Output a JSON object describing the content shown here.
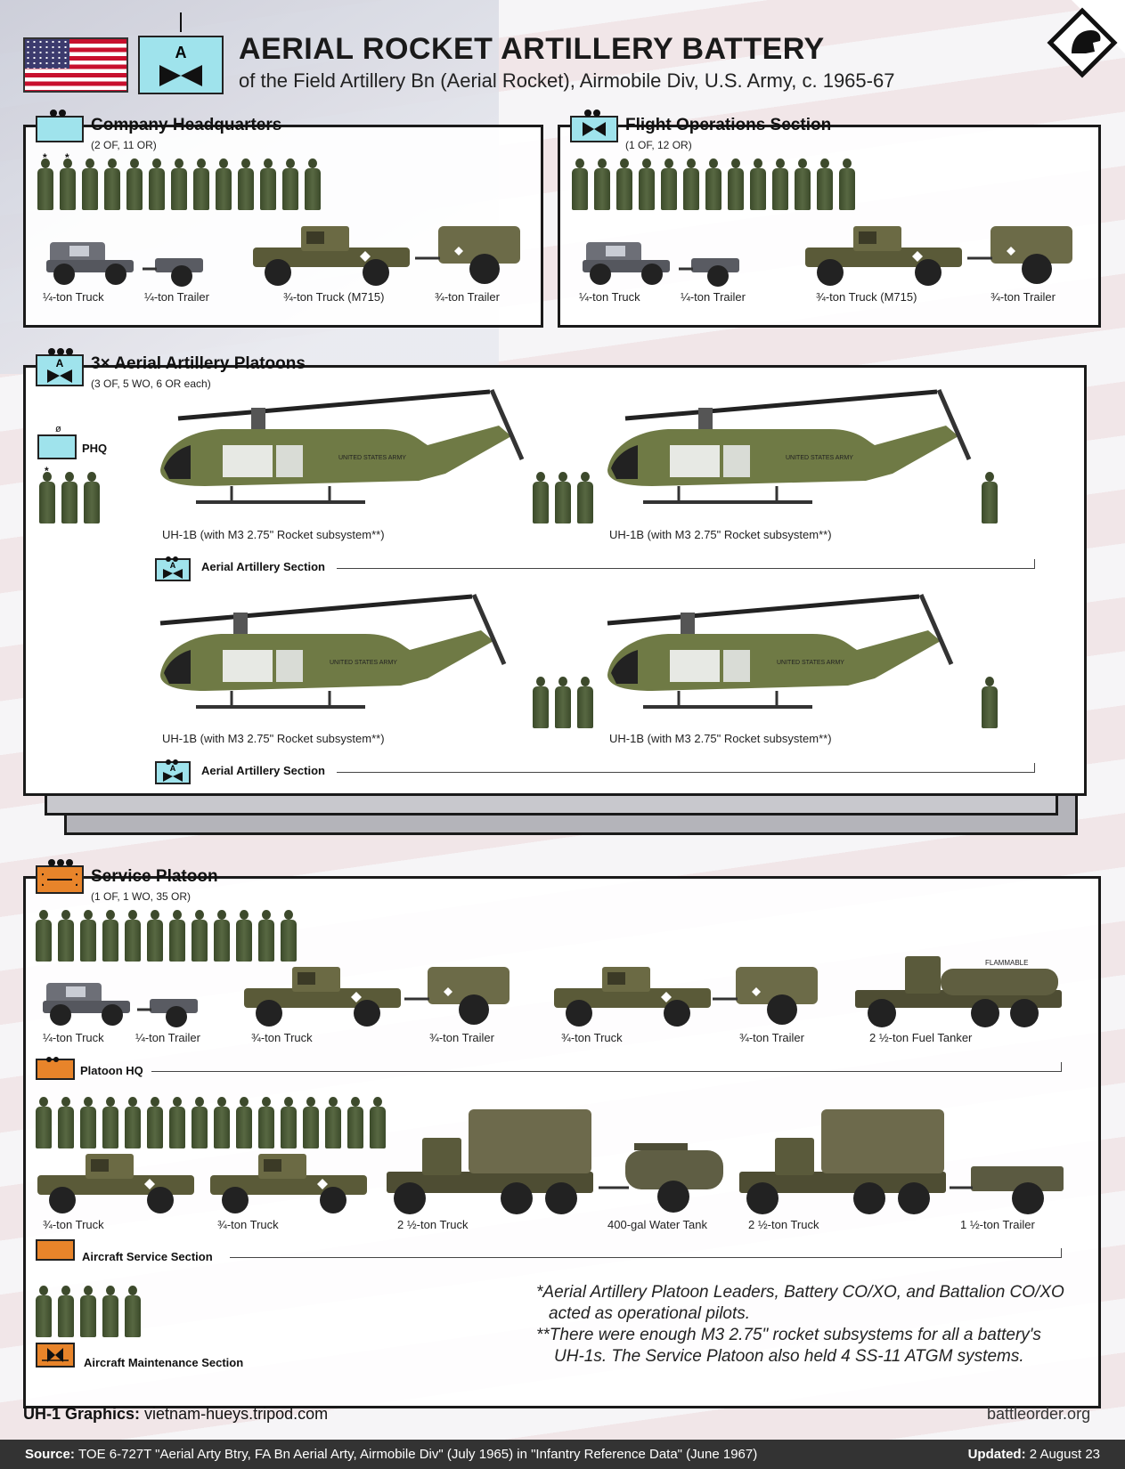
{
  "header": {
    "title": "AERIAL ROCKET ARTILLERY BATTERY",
    "subtitle": "of the Field Artillery Bn (Aerial Rocket), Airmobile Div, U.S. Army, c. 1965-67",
    "unit_symbol_letter": "A",
    "unit_symbol_size": "I"
  },
  "company_hq": {
    "title": "Company Headquarters",
    "strength": "(2 OF, 11 OR)",
    "vehicles": [
      "¼-ton Truck",
      "¼-ton Trailer",
      "¾-ton Truck (M715)",
      "¾-ton Trailer"
    ]
  },
  "flight_ops": {
    "title": "Flight Operations Section",
    "strength": "(1 OF, 12 OR)",
    "vehicles": [
      "¼-ton Truck",
      "¼-ton Trailer",
      "¾-ton Truck (M715)",
      "¾-ton Trailer"
    ]
  },
  "platoons": {
    "title": "3× Aerial Artillery Platoons",
    "strength": "(3 OF, 5 WO, 6 OR each)",
    "phq_label": "PHQ",
    "phq_symbol_mark": "ø",
    "heli_caption": "UH-1B (with M3 2.75\" Rocket subsystem**)",
    "heli_marking": "UNITED STATES ARMY",
    "section_label": "Aerial Artillery Section",
    "section_symbol_letter": "A"
  },
  "service": {
    "title": "Service Platoon",
    "strength": "(1 OF, 1 WO, 35 OR)",
    "hq_vehicles": [
      "¼-ton Truck",
      "¼-ton Trailer",
      "¾-ton Truck",
      "¾-ton Trailer",
      "¾-ton Truck",
      "¾-ton Trailer",
      "2 ½-ton Fuel Tanker"
    ],
    "hq_label": "Platoon HQ",
    "tanker_marking": "FLAMMABLE",
    "acs_vehicles": [
      "¾-ton Truck",
      "¾-ton Truck",
      "2 ½-ton Truck",
      "400-gal Water Tank",
      "2 ½-ton Truck",
      "1 ½-ton Trailer"
    ],
    "acs_label": "Aircraft Service Section",
    "maint_label": "Aircraft Maintenance Section"
  },
  "notes": {
    "line1": "*Aerial Artillery Platoon Leaders, Battery CO/XO, and Battalion CO/XO",
    "line2": "acted as operational pilots.",
    "line3": "**There were enough M3 2.75\" rocket subsystems for all a battery's",
    "line4": "UH-1s. The Service Platoon also held 4 SS-11 ATGM systems."
  },
  "credits": {
    "graphics_label": "UH-1 Graphics:",
    "graphics_value": "vietnam-hueys.tripod.com",
    "site": "battleorder.org"
  },
  "footer": {
    "source_label": "Source:",
    "source_text": "TOE 6-727T \"Aerial Arty Btry, FA Bn Aerial Arty, Airmobile Div\" (July 1965) in \"Infantry Reference Data\" (June 1967)",
    "updated_label": "Updated:",
    "updated_value": "2 August 23"
  },
  "colors": {
    "artillery_symbol": "#9fe3ec",
    "service_symbol": "#e8842a",
    "olive": "#5c6a3e",
    "frame": "#1a1a1a"
  }
}
